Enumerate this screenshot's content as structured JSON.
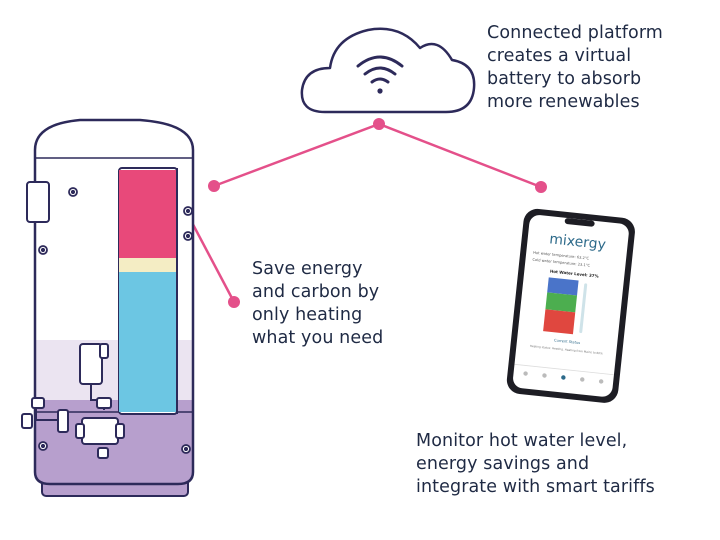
{
  "captions": {
    "cloud": [
      "Connected platform",
      "creates a virtual",
      "battery to absorb",
      "more renewables"
    ],
    "tank": [
      "Save energy",
      "and carbon by",
      "only heating",
      "what you need"
    ],
    "phone": [
      "Monitor hot water level,",
      "energy savings and",
      "integrate with smart tariffs"
    ]
  },
  "phone_screen": {
    "brand": "mixergy",
    "hot_water_temp": "Hot water temperature: 63.2°C",
    "cold_water_temp": "Cold water temperature: 23.1°C",
    "level": "Hot Water Level: 37%",
    "status": "Current Status",
    "info": "Heating status: Heating. Heating from Mains to 60%"
  },
  "colors": {
    "accent_line": "#e4508a",
    "hot": "#e8497a",
    "cold": "#6cc6e3",
    "base_band": "#b79fcd",
    "outline": "#2d2a5a"
  }
}
